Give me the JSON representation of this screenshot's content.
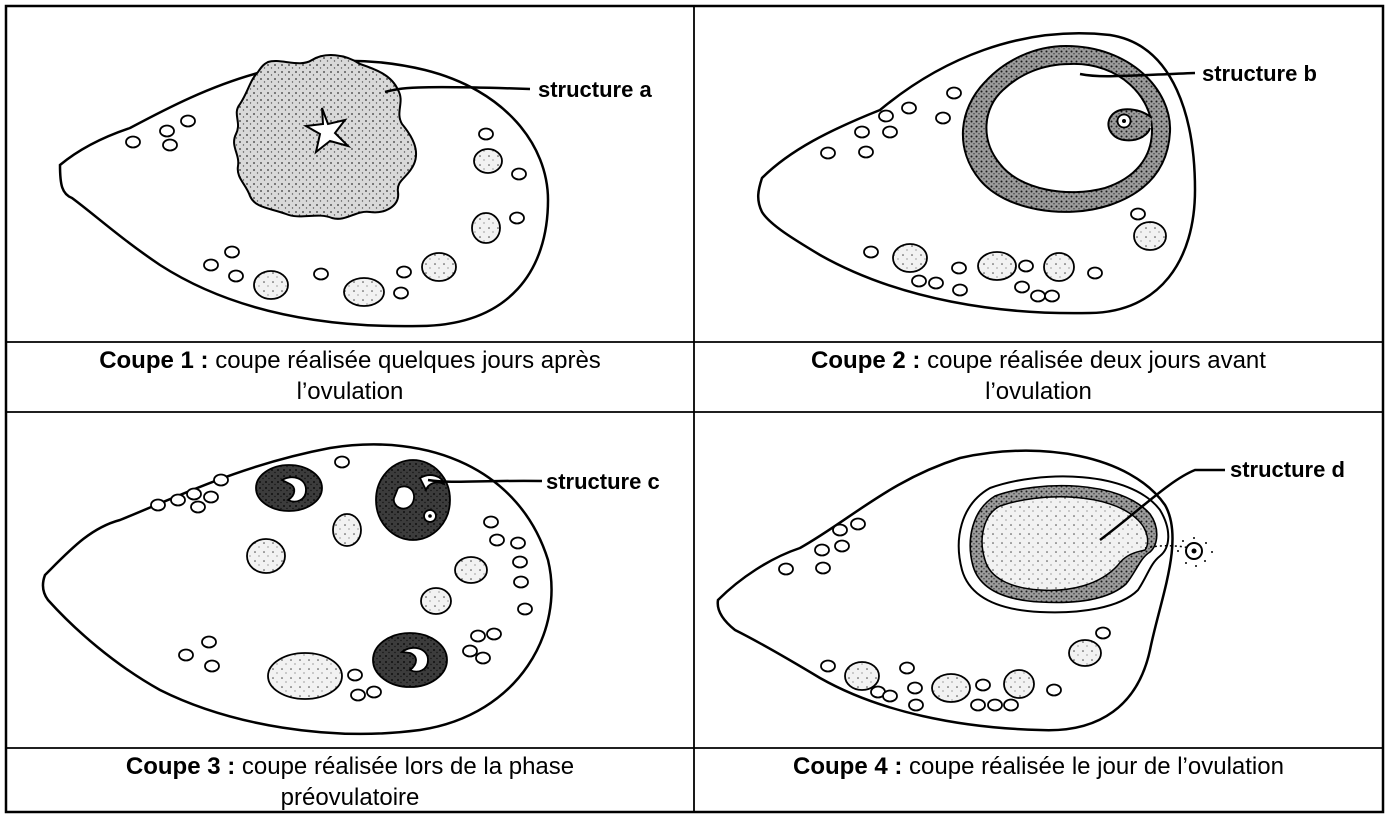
{
  "panels": [
    {
      "label": "structure a",
      "caption_bold": "Coupe 1 :",
      "caption_line1": "coupe réalisée quelques jours après",
      "caption_line2": "l’ovulation"
    },
    {
      "label": "structure b",
      "caption_bold": "Coupe 2 :",
      "caption_line1": "coupe réalisée deux jours avant",
      "caption_line2": "l’ovulation"
    },
    {
      "label": "structure c",
      "caption_bold": "Coupe 3 :",
      "caption_line1": "coupe réalisée lors de la phase",
      "caption_line2": "préovulatoire"
    },
    {
      "label": "structure d",
      "caption_bold": "Coupe 4 :",
      "caption_line1": "coupe réalisée le jour de l’ovulation",
      "caption_line2": ""
    }
  ]
}
